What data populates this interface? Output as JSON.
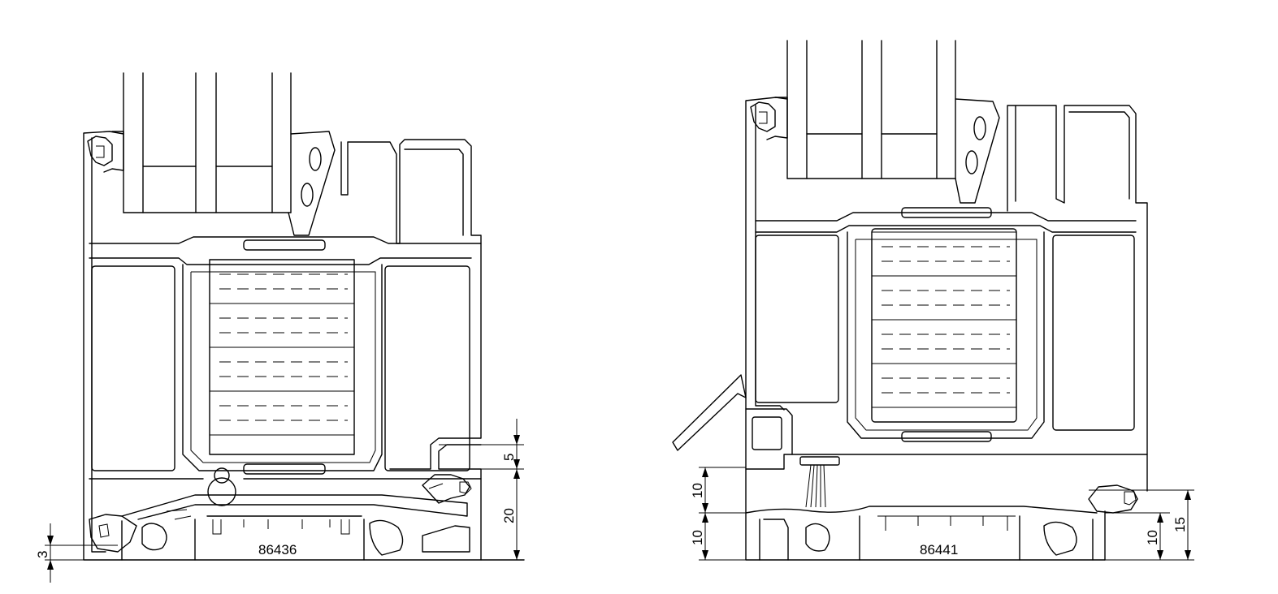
{
  "left_profile": {
    "code": "86436",
    "dims": {
      "gap": "5",
      "height": "20",
      "offset": "3"
    }
  },
  "right_profile": {
    "code": "86441",
    "dims": {
      "upper": "10",
      "lower": "10",
      "small": "10",
      "total": "15"
    }
  }
}
